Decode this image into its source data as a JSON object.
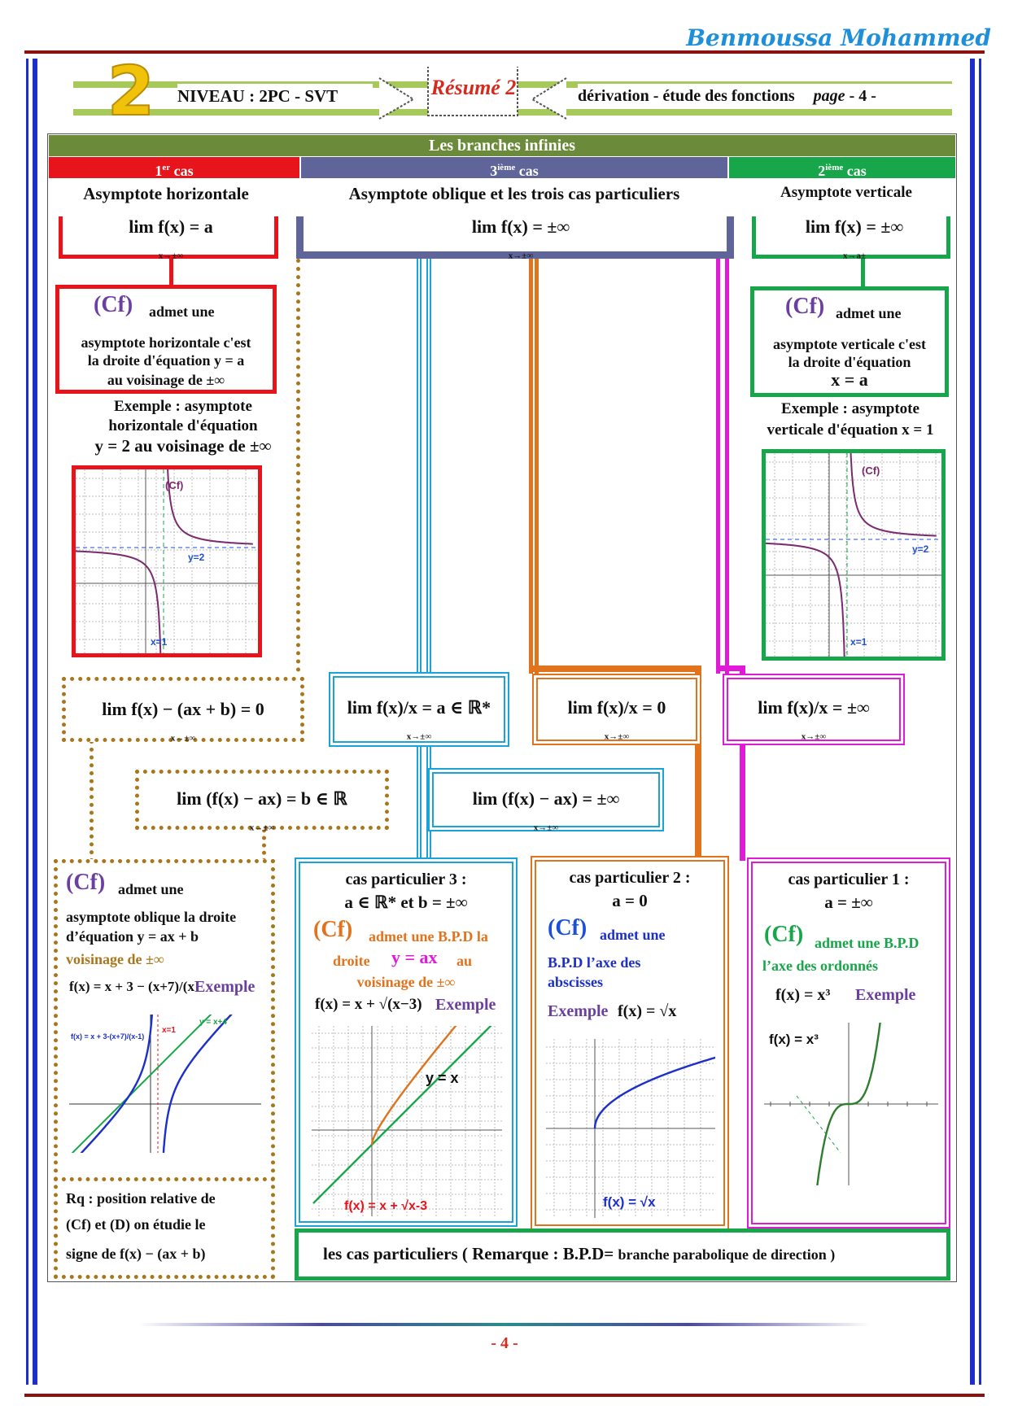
{
  "author": "Benmoussa Mohammed",
  "header": {
    "big_digit": "2",
    "level": "NIVEAU : 2PC - SVT",
    "resume": "Résumé 2",
    "subject": "dérivation - étude des fonctions",
    "page_word": "page",
    "page_num": "- 4 -"
  },
  "title_bar": "Les branches infinies",
  "cases": {
    "c1": {
      "num": "1",
      "sup": "er",
      "word": "cas"
    },
    "c3": {
      "num": "3",
      "sup": "ième",
      "word": "cas"
    },
    "c2": {
      "num": "2",
      "sup": "ième",
      "word": "cas"
    }
  },
  "col_titles": {
    "left": "Asymptote horizontale",
    "mid": "Asymptote oblique et les trois cas particuliers",
    "right": "Asymptote verticale"
  },
  "limits": {
    "h": {
      "main": "lim f(x) = a",
      "sub": "x→±∞"
    },
    "o": {
      "main": "lim f(x) = ±∞",
      "sub": "x→±∞"
    },
    "v": {
      "main": "lim f(x) = ±∞",
      "sub": "x→a±"
    },
    "diff": {
      "main": "lim f(x) − (ax + b) = 0",
      "sub": "x→±∞"
    },
    "ratio_a": {
      "main": "lim f(x)/x = a ∈ ℝ*",
      "sub": "x→±∞"
    },
    "ratio_0": {
      "main": "lim f(x)/x = 0",
      "sub": "x→±∞"
    },
    "ratio_inf": {
      "main": "lim f(x)/x = ±∞",
      "sub": "x→±∞"
    },
    "b_real": {
      "main": "lim (f(x) − ax) = b ∈ ℝ",
      "sub": "x→±∞"
    },
    "b_inf": {
      "main": "lim (f(x) − ax) = ±∞",
      "sub": "x→±∞"
    }
  },
  "horizontal": {
    "cf": "(Cf)",
    "l1": "admet une",
    "l2": "asymptote horizontale c'est",
    "l3": "la droite d'équation y = a",
    "l4": "au voisinage de ±∞",
    "ex1": "Exemple : asymptote",
    "ex2": "horizontale d'équation",
    "ex3": "y = 2 au voisinage de ±∞",
    "g_cf": "(Cf)",
    "g_y": "y=2",
    "g_x": "x=1"
  },
  "vertical": {
    "cf": "(Cf)",
    "l1": "admet une",
    "l2": "asymptote verticale c'est",
    "l3": "la droite d'équation",
    "l4": "x = a",
    "ex1": "Exemple : asymptote",
    "ex2": "verticale d'équation x = 1",
    "g_cf": "(Cf)",
    "g_y": "y=2",
    "g_x": "x=1"
  },
  "oblique": {
    "cf": "(Cf)",
    "l1": "admet une",
    "l2": "asymptote oblique la droite",
    "l3": "d’équation y = ax + b",
    "l4": "voisinage de ±∞",
    "ex_f": "f(x) = x + 3 − (x+7)/(x−1)",
    "ex_word": "Exemple",
    "g_f": "f(x) = x + 3-(x+7)/(x-1)",
    "g_line": "y = x+4",
    "g_x": "x=1"
  },
  "remark": {
    "l1": "Rq : position relative de",
    "l2": "(Cf) et (D) on étudie le",
    "l3": "signe de f(x) − (ax + b)"
  },
  "particular3": {
    "title": "cas particulier 3 :",
    "cond": "a ∈ ℝ* et b = ±∞",
    "cf": "(Cf)",
    "l1": "admet une B.P.D la",
    "l2a": "droite",
    "l2b": "y = ax",
    "l2c": "au",
    "l3": "voisinage de ±∞",
    "ex_f": "f(x) = x + √(x−3)",
    "ex_word": "Exemple",
    "g_line": "y = x",
    "g_f": "f(x) = x + √x-3"
  },
  "particular2": {
    "title": "cas particulier 2 :",
    "cond": "a = 0",
    "cf": "(Cf)",
    "l1": "admet une",
    "l2": "B.P.D l’axe des",
    "l3": "abscisses",
    "ex_word": "Exemple",
    "ex_f": "f(x) = √x",
    "g_f": "f(x) = √x"
  },
  "particular1": {
    "title": "cas particulier 1 :",
    "cond": "a = ±∞",
    "cf": "(Cf)",
    "l1": "admet une B.P.D",
    "l2": "l’axe des ordonnés",
    "ex_f": "f(x) = x³",
    "ex_word": "Exemple",
    "g_f": "f(x) = x³"
  },
  "bottom_note": {
    "a": "les cas particuliers ( Remarque : B.P.D=",
    "b": "branche parabolique de direction )"
  },
  "footer_page": "- 4 -",
  "colors": {
    "red": "#e8141c",
    "green": "#18a64a",
    "blue": "#1aa3d9",
    "orange": "#e0731c",
    "magenta": "#e11ad8",
    "olive": "#6b8a3a",
    "slate": "#5f6599",
    "brown": "#a8771c",
    "purple": "#6a3fa0"
  }
}
